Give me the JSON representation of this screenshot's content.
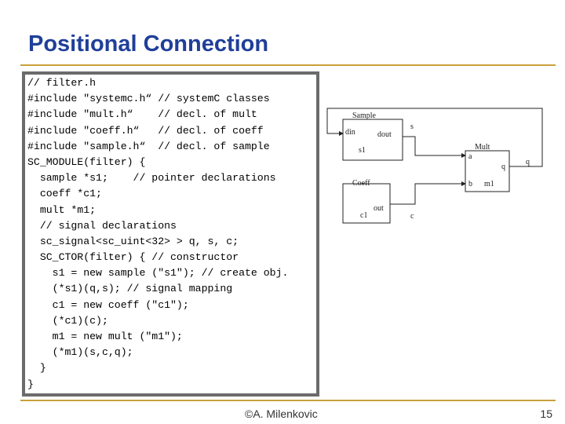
{
  "slide": {
    "title": "Positional Connection",
    "footer_author": "©A. Milenkovic",
    "page_number": "15"
  },
  "code": {
    "lines": [
      "// filter.h",
      "#include \"systemc.h“ // systemC classes",
      "#include \"mult.h“    // decl. of mult",
      "#include \"coeff.h“   // decl. of coeff",
      "#include \"sample.h“  // decl. of sample",
      "SC_MODULE(filter) {",
      "  sample *s1;    // pointer declarations",
      "  coeff *c1;",
      "  mult *m1;",
      "  // signal declarations",
      "  sc_signal<sc_uint<32> > q, s, c;",
      "  SC_CTOR(filter) { // constructor",
      "    s1 = new sample (\"s1\"); // create obj.",
      "    (*s1)(q,s); // signal mapping",
      "    c1 = new coeff (\"c1\");",
      "    (*c1)(c);",
      "    m1 = new mult (\"m1\");",
      "    (*m1)(s,c,q);",
      "  }",
      "}"
    ]
  },
  "diagram": {
    "sample": {
      "name": "Sample",
      "port_in": "din",
      "port_out": "dout",
      "instance": "s1"
    },
    "coeff": {
      "name": "Coeff",
      "port_out": "out",
      "instance": "c1"
    },
    "mult": {
      "name": "Mult",
      "port_a": "a",
      "port_b": "b",
      "port_q": "q",
      "instance": "m1"
    },
    "signals": {
      "s": "s",
      "c": "c",
      "q": "q"
    }
  }
}
